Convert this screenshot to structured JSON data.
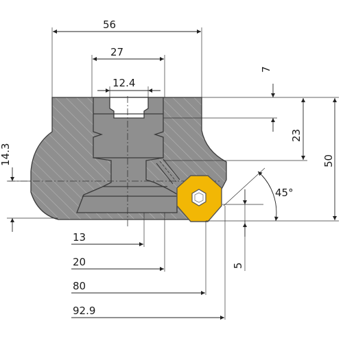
{
  "colors": {
    "body": "#8f8f8f",
    "hatch": "#b5b5b5",
    "insert": "#f2b705",
    "insert_edge": "#555555",
    "lines": "#222222"
  },
  "icons": {
    "insert": "octagonal-insert-icon",
    "screw": "hex-socket-screw-icon"
  },
  "dimensions": {
    "overall_width": "56",
    "bore_width": "27",
    "keyway_width": "12.4",
    "keyway_depth": "7",
    "body_height": "23",
    "total_height": "50",
    "side_height": "14.3",
    "lead_angle": "45°",
    "bore_diameter": "13",
    "counterbore_diameter": "20",
    "body_diameter": "80",
    "cutting_diameter": "92.9",
    "max_depth_of_cut": "5"
  }
}
